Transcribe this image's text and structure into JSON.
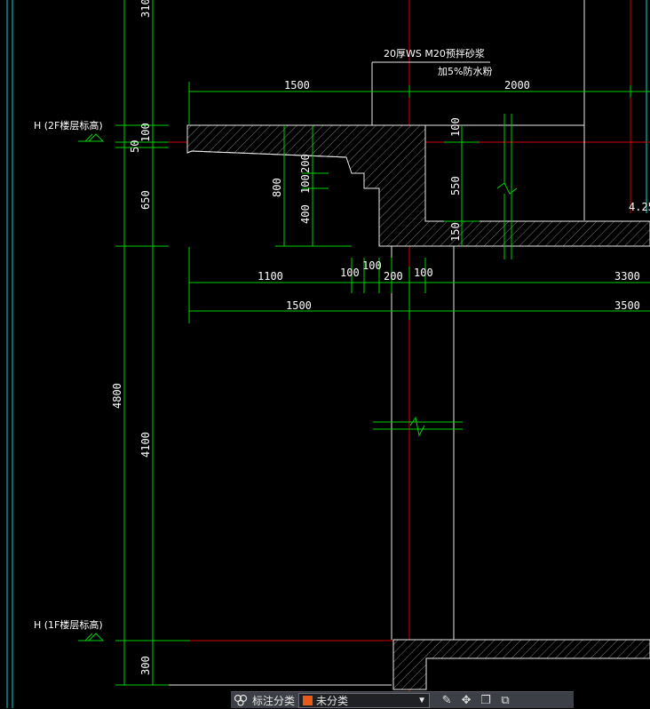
{
  "drawing": {
    "note_line1": "20厚WS M20预拌砂浆",
    "note_line2": "加5%防水粉",
    "level_2f": "H (2F楼层标高)",
    "level_1f": "H (1F楼层标高)",
    "level_right": "4.25",
    "dims": {
      "top_310": "310",
      "top_1500": "1500",
      "top_2000": "2000",
      "v_100a": "100",
      "v_50": "50",
      "v_650": "650",
      "v_200": "200",
      "v_800": "800",
      "v_100b": "100",
      "v_400": "400",
      "v_100c": "100",
      "v_550": "550",
      "v_150": "150",
      "h_1100": "1100",
      "h_100a": "100",
      "h_100b": "100",
      "h_200": "200",
      "h_100c": "100",
      "h_3300": "3300",
      "h_1500": "1500",
      "h_3500": "3500",
      "v_4800": "4800",
      "v_4100": "4100",
      "v_300": "300"
    },
    "colors": {
      "background": "#000000",
      "dimension": "#00d000",
      "outline": "#e8e8e8",
      "axis": "#d00000",
      "border": "#00d8d8"
    }
  },
  "toolbar": {
    "label": "标注分类",
    "select_value": "未分类",
    "swatch_color": "#e85a1a",
    "icons": [
      "group-icon",
      "edit-icon",
      "move-icon",
      "copy-icon",
      "layers-icon"
    ]
  }
}
